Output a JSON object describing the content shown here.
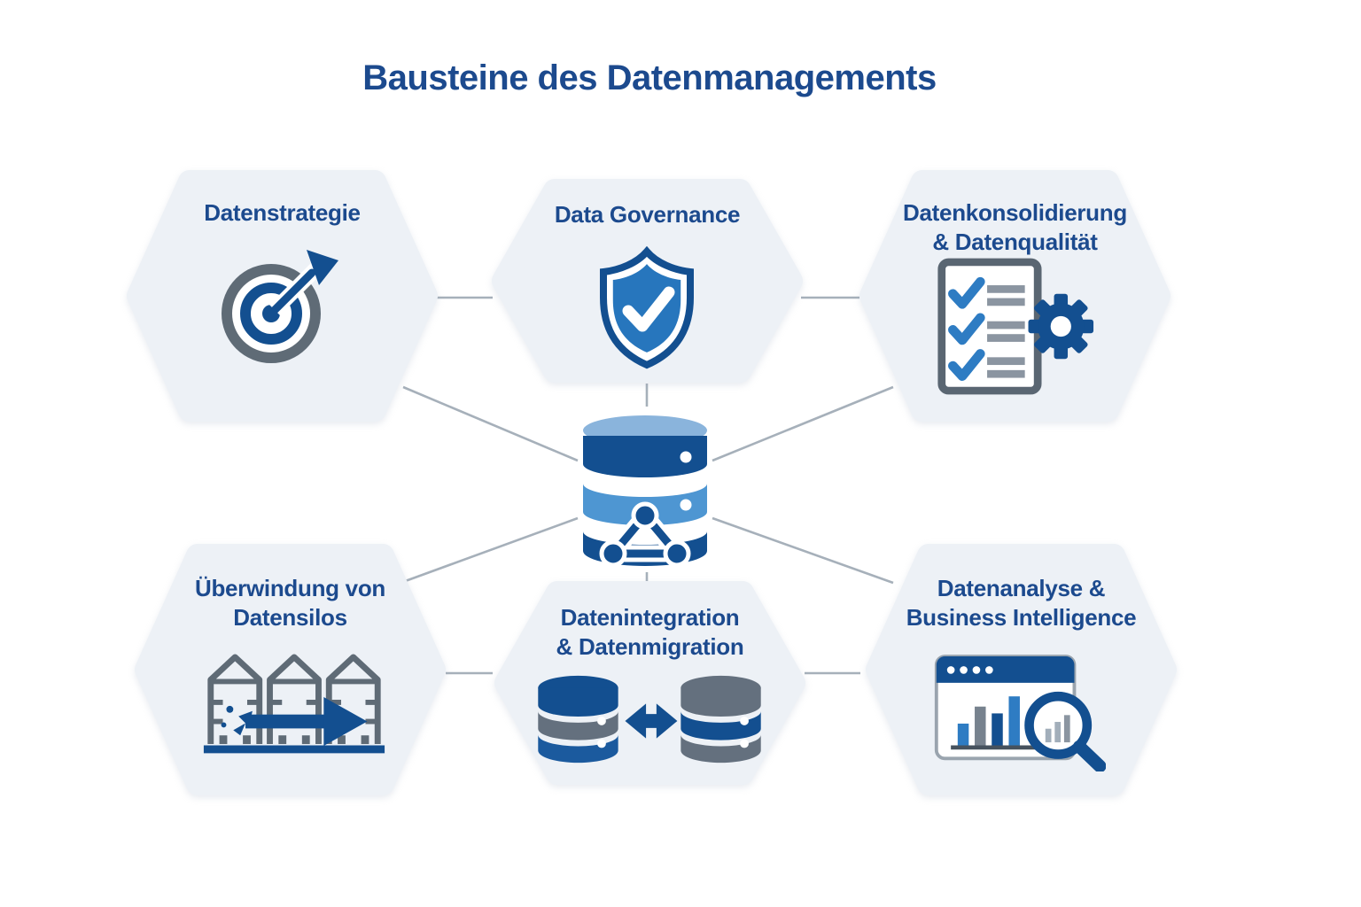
{
  "title": "Bausteine des Datenmanagements",
  "colors": {
    "heading_text": "#1c4a8e",
    "hexagon_fill": "#edf1f6",
    "connector_line": "#a6b0ba",
    "icon_navy": "#134f90",
    "icon_blue": "#2e7cc3",
    "icon_mid_blue": "#4e96d2",
    "icon_light_blue": "#8ab4dc",
    "icon_gray": "#5f6b76"
  },
  "center_icon": {
    "name": "database-network-icon"
  },
  "hexagons": [
    {
      "id": "datenstrategie",
      "label_line1": "Datenstrategie",
      "label_line2": "",
      "icon": "target-arrow-icon"
    },
    {
      "id": "data-governance",
      "label_line1": "Data Governance",
      "label_line2": "",
      "icon": "shield-check-icon"
    },
    {
      "id": "datenkonsolidierung-datenqualitaet",
      "label_line1": "Datenkonsolidierung",
      "label_line2": "& Datenqualität",
      "icon": "checklist-gear-icon"
    },
    {
      "id": "ueberwindung-datensilos",
      "label_line1": "Überwindung von",
      "label_line2": "Datensilos",
      "icon": "silos-arrow-icon"
    },
    {
      "id": "datenintegration-datenmigration",
      "label_line1": "Datenintegration",
      "label_line2": "& Datenmigration",
      "icon": "database-sync-icon"
    },
    {
      "id": "datenanalyse-bi",
      "label_line1": "Datenanalyse &",
      "label_line2": "Business Intelligence",
      "icon": "chart-magnifier-icon"
    }
  ]
}
